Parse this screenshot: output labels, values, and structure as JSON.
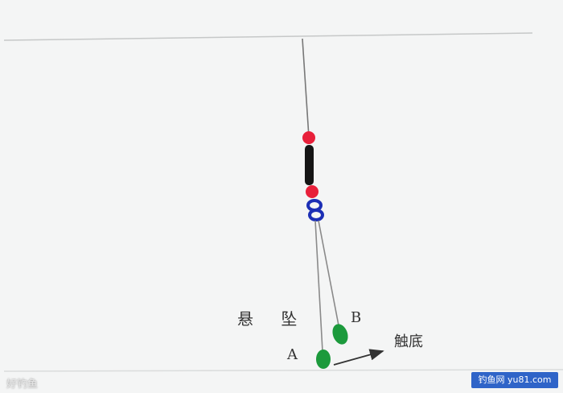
{
  "diagram": {
    "labels": {
      "suspend": "悬 坠",
      "b": "B",
      "a": "A",
      "touch_bottom": "触底"
    },
    "colors": {
      "line": "#777777",
      "bead_red": "#e8203a",
      "float_body": "#151515",
      "connector_blue": "#1c2fb5",
      "sinker_green": "#1c9a3c",
      "arrow": "#333333"
    }
  },
  "watermarks": {
    "left": "好钓鱼",
    "right": "钓鱼网 yu81.com"
  }
}
